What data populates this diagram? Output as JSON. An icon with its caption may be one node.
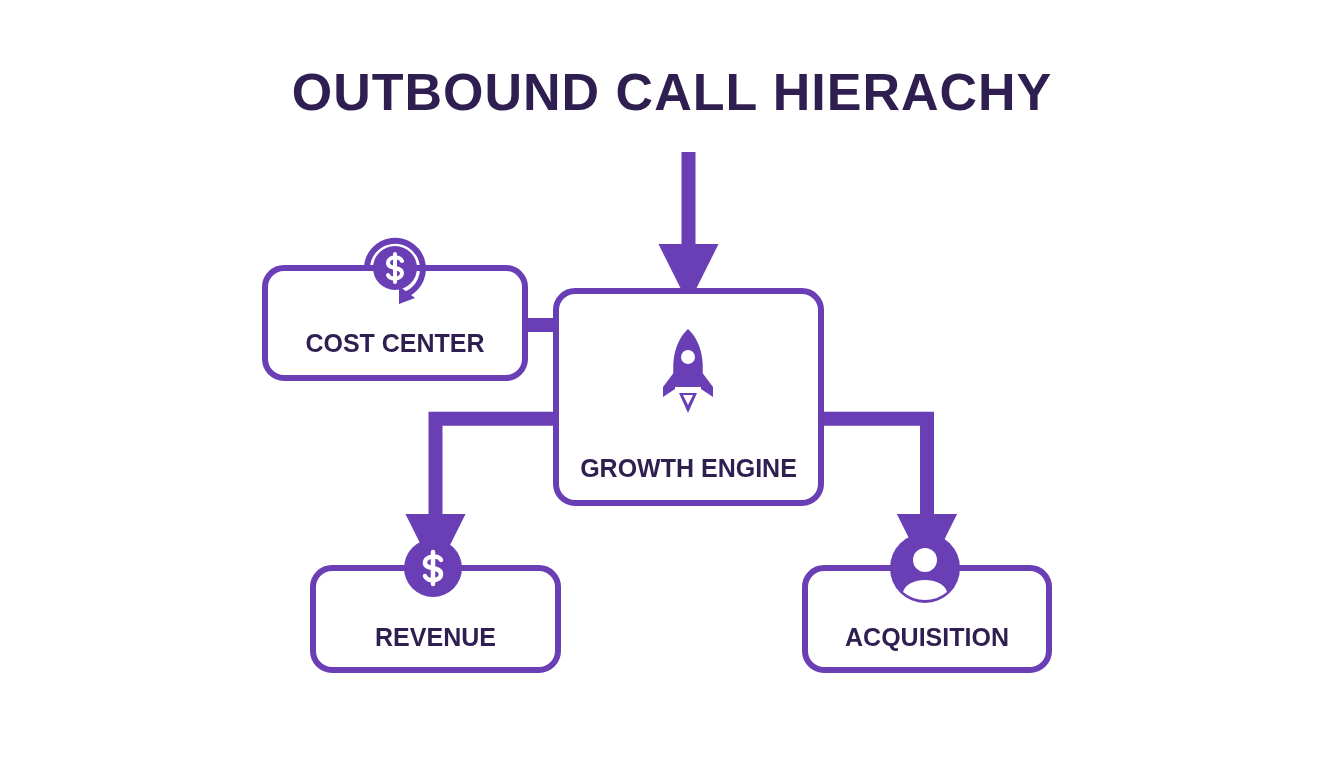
{
  "diagram": {
    "title": "OUTBOUND CALL HIERACHY",
    "nodes": [
      {
        "text": [
          "COST CENTER"
        ]
      },
      {
        "text": [
          "GROWTH ENGINE"
        ]
      },
      {
        "text": [
          "REVENUE"
        ]
      },
      {
        "text": [
          "ACQUISITION"
        ]
      }
    ],
    "edges": [
      {
        "from": null,
        "to": 1,
        "arrow": "to"
      },
      {
        "from": 0,
        "to": 1,
        "arrow": "none"
      },
      {
        "from": 1,
        "to": 2,
        "arrow": "to"
      },
      {
        "from": 1,
        "to": 3,
        "arrow": "to"
      }
    ]
  }
}
